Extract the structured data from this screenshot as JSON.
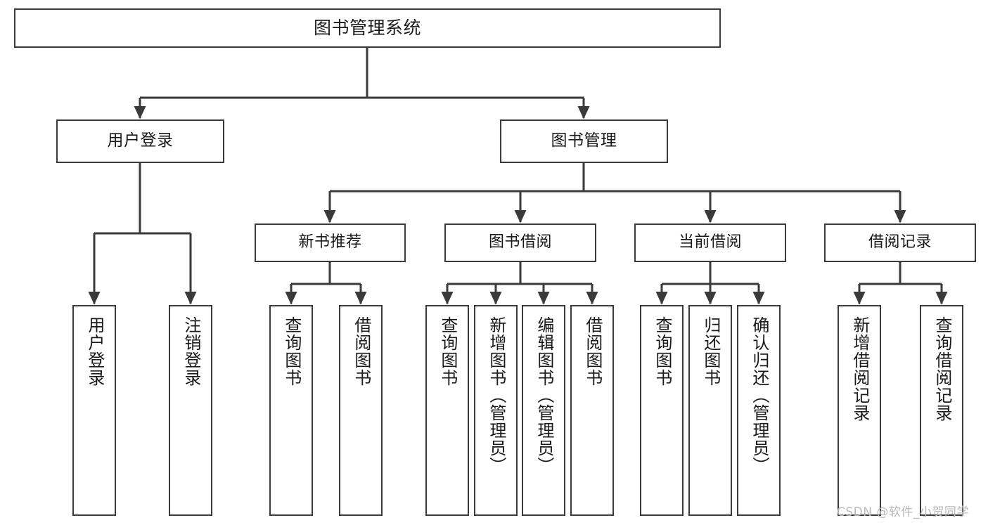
{
  "diagram": {
    "title": "图书管理系统",
    "type": "tree",
    "watermark": "CSDN @软件_小贺同学",
    "colors": {
      "box_border": "#3a3a3a",
      "box_fill": "#ffffff",
      "connector": "#3a3a3a",
      "text": "#1a1a1a",
      "watermark": "#b9b9b9",
      "background": "#ffffff"
    },
    "nodes": {
      "root": {
        "label": "图书管理系统"
      },
      "level2": [
        {
          "label": "用户登录"
        },
        {
          "label": "图书管理"
        }
      ],
      "level3": [
        {
          "label": "新书推荐"
        },
        {
          "label": "图书借阅"
        },
        {
          "label": "当前借阅"
        },
        {
          "label": "借阅记录"
        }
      ],
      "leaves": [
        {
          "label": "用户登录"
        },
        {
          "label": "注销登录"
        },
        {
          "label": "查询图书"
        },
        {
          "label": "借阅图书"
        },
        {
          "label": "查询图书"
        },
        {
          "label": "新增图书（管理员）"
        },
        {
          "label": "编辑图书（管理员）"
        },
        {
          "label": "借阅图书"
        },
        {
          "label": "查询图书"
        },
        {
          "label": "归还图书"
        },
        {
          "label": "确认归还（管理员）"
        },
        {
          "label": "新增借阅记录"
        },
        {
          "label": "查询借阅记录"
        }
      ]
    }
  }
}
